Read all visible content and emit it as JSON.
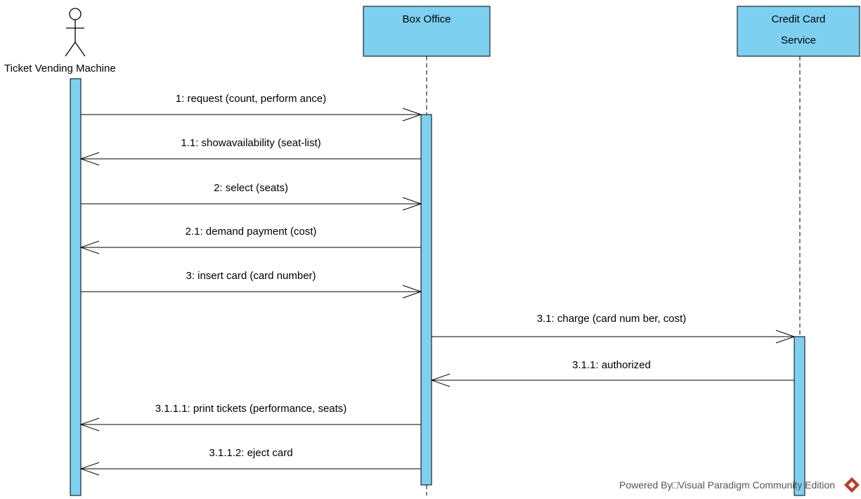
{
  "colors": {
    "box_fill": "#7dd0f0",
    "box_stroke": "#000000",
    "activation_fill": "#7dd0f0",
    "line": "#000000",
    "lifeline": "#000000",
    "brand_logo": "#c0392b"
  },
  "actor": {
    "name": "Ticket Vending Machine"
  },
  "lifelines": {
    "box_office": {
      "name": "Box Office"
    },
    "credit_card_service": {
      "name_line1": "Credit Card",
      "name_line2": "Service"
    }
  },
  "messages": [
    {
      "label": "1: request (count, perform ance)",
      "direction": "right"
    },
    {
      "label": "1.1: showavailability (seat-list)",
      "direction": "left"
    },
    {
      "label": "2: select (seats)",
      "direction": "right"
    },
    {
      "label": "2.1: demand payment (cost)",
      "direction": "left"
    },
    {
      "label": "3: insert card (card number)",
      "direction": "right"
    },
    {
      "label": "3.1: charge (card num ber, cost)",
      "direction": "right"
    },
    {
      "label": "3.1.1: authorized",
      "direction": "left"
    },
    {
      "label": "3.1.1.1: print tickets (performance, seats)",
      "direction": "left"
    },
    {
      "label": "3.1.1.2: eject card",
      "direction": "left"
    }
  ],
  "footer": {
    "text": "Powered By□Visual Paradigm Community Edition",
    "logo_icon": "visual-paradigm-logo-icon"
  }
}
